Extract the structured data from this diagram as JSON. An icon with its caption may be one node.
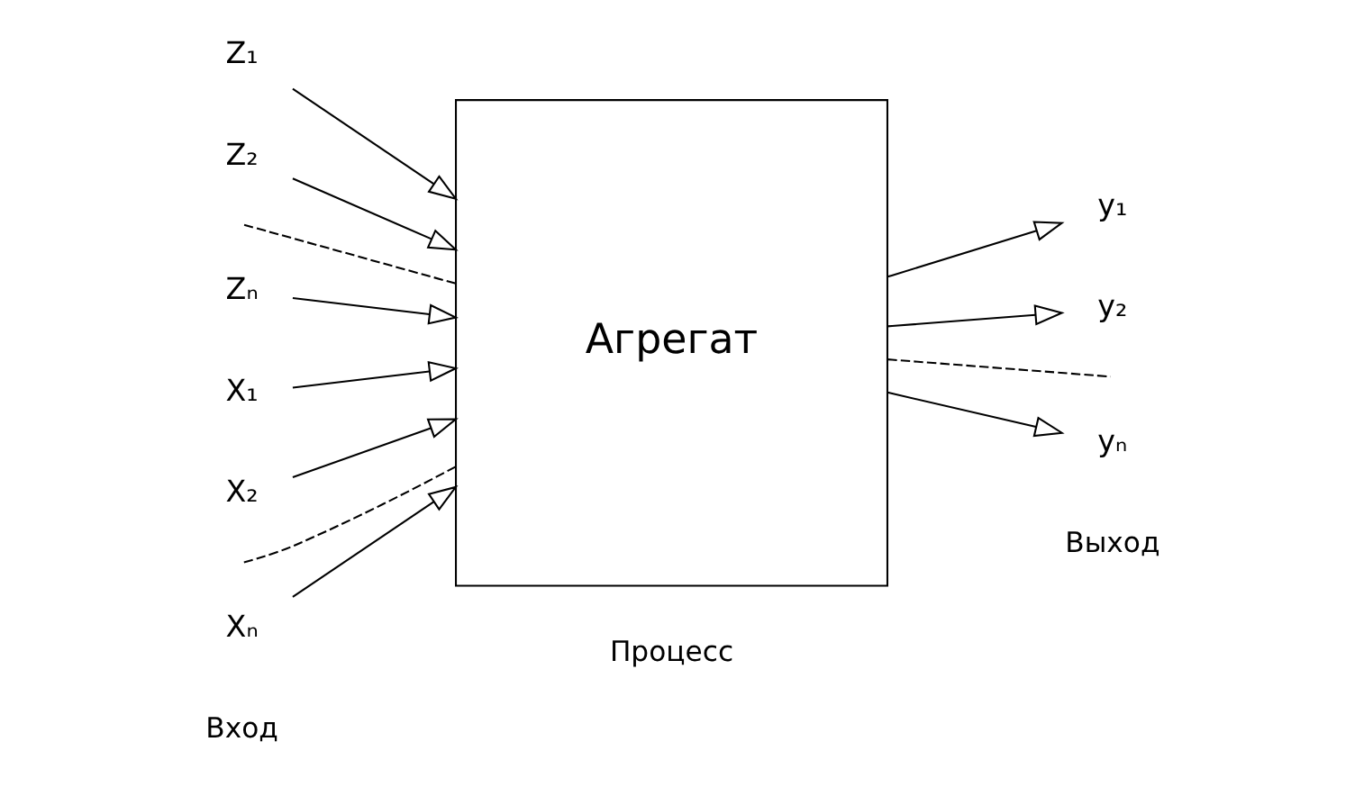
{
  "diagram": {
    "nodes": [
      {
        "text": [
          "Агрегат"
        ]
      },
      {
        "text": [
          "Z₁"
        ]
      },
      {
        "text": [
          "Z₂"
        ]
      },
      {
        "text": [
          "Zₙ"
        ]
      },
      {
        "text": [
          "X₁"
        ]
      },
      {
        "text": [
          "X₂"
        ]
      },
      {
        "text": [
          "Xₙ"
        ]
      },
      {
        "text": [
          "y₁"
        ]
      },
      {
        "text": [
          "y₂"
        ]
      },
      {
        "text": [
          "yₙ"
        ]
      }
    ],
    "edges": [
      {
        "from": 1,
        "to": 0,
        "arrow": "to"
      },
      {
        "from": 2,
        "to": 0,
        "arrow": "to"
      },
      {
        "from": null,
        "to": 0,
        "arrow": "none",
        "style": "dashed"
      },
      {
        "from": 3,
        "to": 0,
        "arrow": "to"
      },
      {
        "from": 4,
        "to": 0,
        "arrow": "to"
      },
      {
        "from": 5,
        "to": 0,
        "arrow": "to"
      },
      {
        "from": null,
        "to": 0,
        "arrow": "none",
        "style": "dashed"
      },
      {
        "from": 6,
        "to": 0,
        "arrow": "to"
      },
      {
        "from": 0,
        "to": 7,
        "arrow": "to"
      },
      {
        "from": 0,
        "to": 8,
        "arrow": "to"
      },
      {
        "from": 0,
        "to": null,
        "arrow": "none",
        "style": "dashed"
      },
      {
        "from": 0,
        "to": 9,
        "arrow": "to"
      }
    ],
    "labels": [
      "Вход",
      "Процесс",
      "Выход"
    ]
  }
}
